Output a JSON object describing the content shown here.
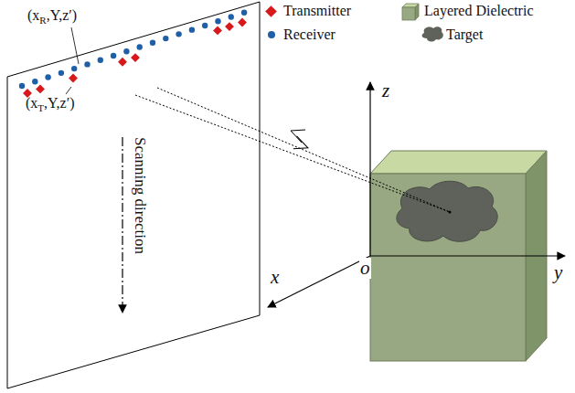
{
  "diagram": {
    "labels": [
      "(x",
      "R",
      ",Y,z′)",
      "(x",
      "T",
      ",Y,z′)",
      "Scanning direction",
      "z",
      "y",
      "x",
      "o"
    ],
    "legend": [
      {
        "text": "Transmitter"
      },
      {
        "text": "Layered Dielectric"
      },
      {
        "text": "Receiver"
      },
      {
        "text": "Target"
      }
    ]
  }
}
